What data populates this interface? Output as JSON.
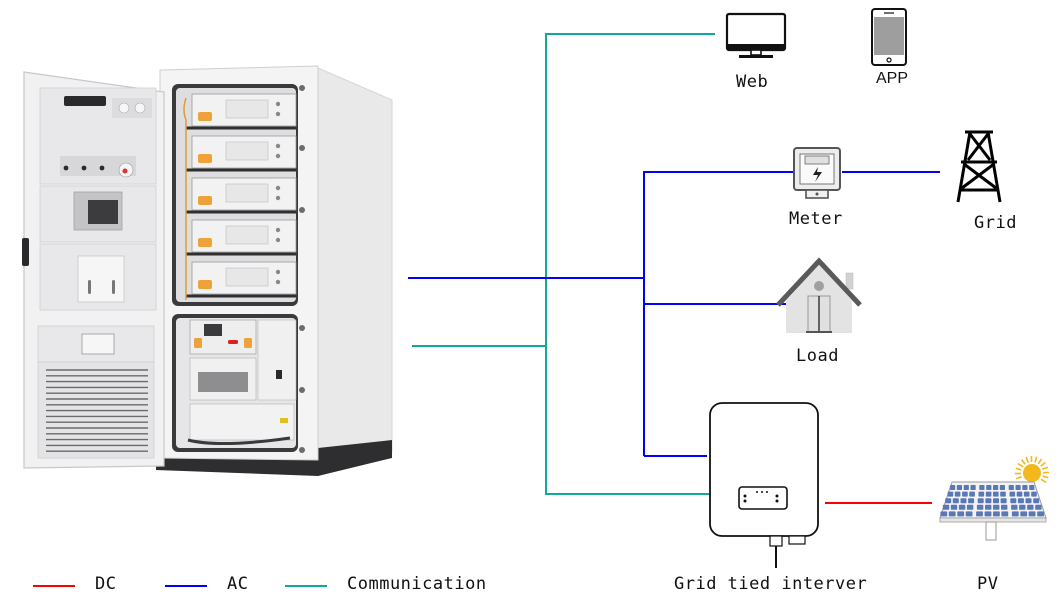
{
  "diagram": {
    "title": "Energy storage cabinet system wiring",
    "line_types": {
      "dc": {
        "label": "DC",
        "color": "#ff0000"
      },
      "ac": {
        "label": "AC",
        "color": "#0000ff"
      },
      "comm": {
        "label": "Communication",
        "color": "#12a89a"
      }
    },
    "nodes": {
      "cabinet": {
        "label": "",
        "icon": "battery-cabinet-icon"
      },
      "web": {
        "label": "Web",
        "icon": "monitor-icon"
      },
      "app": {
        "label": "APP",
        "icon": "smartphone-icon"
      },
      "meter": {
        "label": "Meter",
        "icon": "electric-meter-icon"
      },
      "grid": {
        "label": "Grid",
        "icon": "transmission-tower-icon"
      },
      "load": {
        "label": "Load",
        "icon": "house-icon"
      },
      "inverter": {
        "label": "Grid tied interver",
        "icon": "inverter-icon"
      },
      "pv": {
        "label": "PV",
        "icon": "solar-panel-icon"
      }
    },
    "connections": [
      {
        "from": "cabinet",
        "to": "meter",
        "type": "ac"
      },
      {
        "from": "cabinet",
        "to": "load",
        "type": "ac"
      },
      {
        "from": "cabinet",
        "to": "inverter",
        "type": "ac"
      },
      {
        "from": "meter",
        "to": "grid",
        "type": "ac"
      },
      {
        "from": "cabinet",
        "to": "web",
        "type": "comm"
      },
      {
        "from": "cabinet",
        "to": "inverter",
        "type": "comm"
      },
      {
        "from": "inverter",
        "to": "pv",
        "type": "dc"
      }
    ]
  },
  "legend": {
    "items": [
      {
        "label": "DC",
        "color": "#ff0000"
      },
      {
        "label": "AC",
        "color": "#0000ff"
      },
      {
        "label": "Communication",
        "color": "#12a89a"
      }
    ]
  }
}
